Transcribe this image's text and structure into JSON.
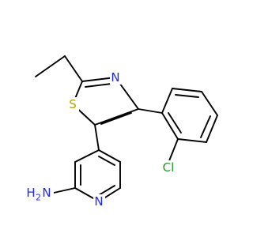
{
  "molecule": {
    "atoms": {
      "S": {
        "text": "S",
        "color": "#b8a000"
      },
      "N_thiazole": {
        "text": "N",
        "color": "#1f2cd8"
      },
      "N_pyridine": {
        "text": "N",
        "color": "#1f2cd8"
      },
      "Cl": {
        "text": "Cl",
        "color": "#1a9e1a"
      },
      "NH2": {
        "text": "H",
        "sub": "2",
        "suffix": "N",
        "color": "#1f2cd8"
      }
    }
  }
}
